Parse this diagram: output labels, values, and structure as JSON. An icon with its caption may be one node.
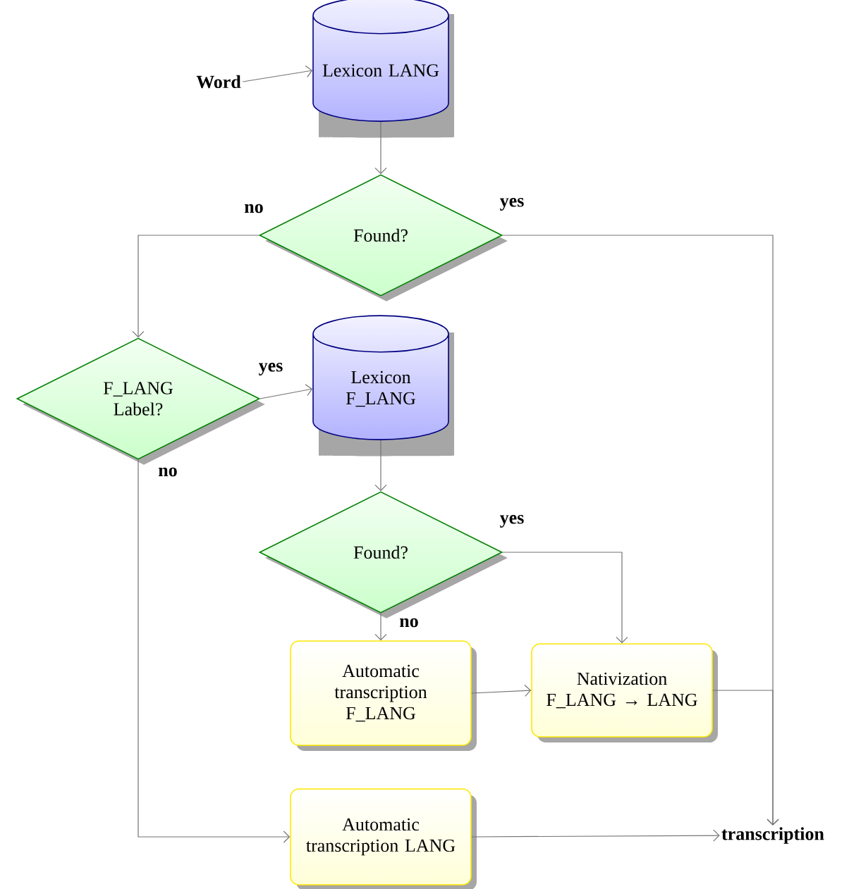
{
  "diagram": {
    "nodes": [
      {
        "text": [
          "Word"
        ]
      },
      {
        "text": [
          "Lexicon LANG"
        ]
      },
      {
        "text": [
          "Found?"
        ]
      },
      {
        "text": [
          "F_LANG Label?"
        ]
      },
      {
        "text": [
          "Lexicon F_LANG"
        ]
      },
      {
        "text": [
          "Found?"
        ]
      },
      {
        "text": [
          "Automatic transcription F_LANG"
        ]
      },
      {
        "text": [
          "Nativization F_LANG → LANG"
        ]
      },
      {
        "text": [
          "Automatic transcription LANG"
        ]
      },
      {
        "text": [
          "transcription"
        ]
      }
    ],
    "edges": [
      {
        "from": 0,
        "to": 1,
        "arrow": "to"
      },
      {
        "from": 1,
        "to": 2,
        "arrow": "to"
      },
      {
        "from": 2,
        "to": 3,
        "arrow": "to",
        "label": "no"
      },
      {
        "from": 2,
        "to": 9,
        "arrow": "to",
        "label": "yes"
      },
      {
        "from": 3,
        "to": 4,
        "arrow": "to",
        "label": "yes"
      },
      {
        "from": 3,
        "to": 8,
        "arrow": "to",
        "label": "no"
      },
      {
        "from": 4,
        "to": 5,
        "arrow": "to"
      },
      {
        "from": 5,
        "to": 7,
        "arrow": "to",
        "label": "yes"
      },
      {
        "from": 5,
        "to": 6,
        "arrow": "to",
        "label": "no"
      },
      {
        "from": 6,
        "to": 7,
        "arrow": "to"
      },
      {
        "from": 7,
        "to": 9,
        "arrow": "to"
      },
      {
        "from": 8,
        "to": 9,
        "arrow": "to"
      }
    ]
  }
}
